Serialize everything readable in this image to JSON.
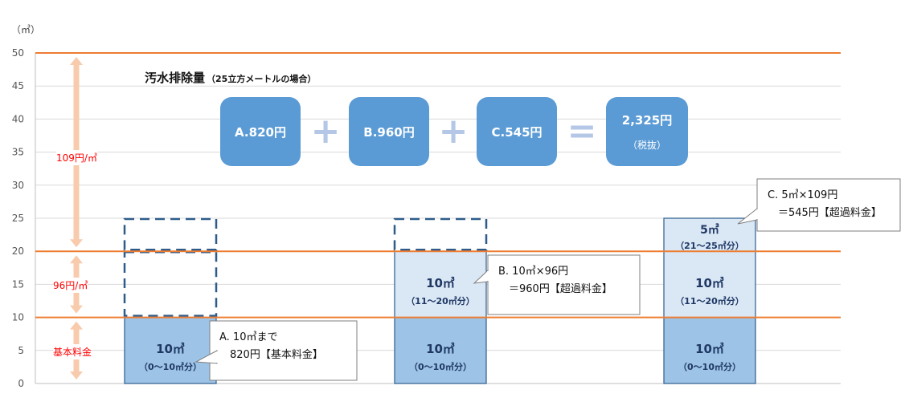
{
  "chart_data": {
    "type": "bar",
    "unit_label": "（㎥）",
    "ylim": [
      0,
      50
    ],
    "yticks": [
      0,
      5,
      10,
      15,
      20,
      25,
      30,
      35,
      40,
      45,
      50
    ],
    "grid": true,
    "tier_lines": [
      10,
      20,
      50
    ],
    "title": "汚水排除量",
    "subtitle": "（25立方メートルの場合）",
    "rates": [
      {
        "label": "基本料金",
        "from": 0,
        "to": 10
      },
      {
        "label": "96円/㎥",
        "from": 10,
        "to": 20
      },
      {
        "label": "109円/㎥",
        "from": 20,
        "to": 50
      }
    ],
    "columns": [
      {
        "segments": [
          {
            "from": 0,
            "to": 10,
            "style": "solid",
            "label": "10㎥",
            "sublabel": "（0〜10㎥分）"
          },
          {
            "from": 10,
            "to": 20,
            "style": "dashed"
          },
          {
            "from": 20,
            "to": 25,
            "style": "dashed"
          }
        ],
        "callout": [
          "A. 10㎥まで",
          "　820円【基本料金】"
        ]
      },
      {
        "segments": [
          {
            "from": 0,
            "to": 10,
            "style": "solid",
            "label": "10㎥",
            "sublabel": "（0〜10㎥分）"
          },
          {
            "from": 10,
            "to": 20,
            "style": "light",
            "label": "10㎥",
            "sublabel": "（11〜20㎥分）"
          },
          {
            "from": 20,
            "to": 25,
            "style": "dashed"
          }
        ],
        "callout": [
          "B. 10㎥×96円",
          "　＝960円【超過料金】"
        ]
      },
      {
        "segments": [
          {
            "from": 0,
            "to": 10,
            "style": "solid",
            "label": "10㎥",
            "sublabel": "（0〜10㎥分）"
          },
          {
            "from": 10,
            "to": 20,
            "style": "light",
            "label": "10㎥",
            "sublabel": "（11〜20㎥分）"
          },
          {
            "from": 20,
            "to": 25,
            "style": "light",
            "label": "5㎥",
            "sublabel": "（21〜25㎥分）"
          }
        ],
        "callout": [
          "C. 5㎥×109円",
          "　＝545円【超過料金】"
        ]
      }
    ],
    "equation": {
      "a": "A.820円",
      "b": "B.960円",
      "c": "C.545円",
      "plus": "+",
      "equals": "=",
      "total": "2,325円",
      "total_note": "（税抜）"
    },
    "colors": {
      "solid_fill": "#9dc3e6",
      "light_fill": "#dae7f5",
      "segment_border": "#2e5c8a",
      "tier_line": "#ed7d31",
      "arrow": "#f8cbad",
      "pill": "#5b9bd5",
      "operator": "#b4c7e7",
      "rate_text": "#ff0000",
      "grid": "#d9d9d9"
    }
  }
}
